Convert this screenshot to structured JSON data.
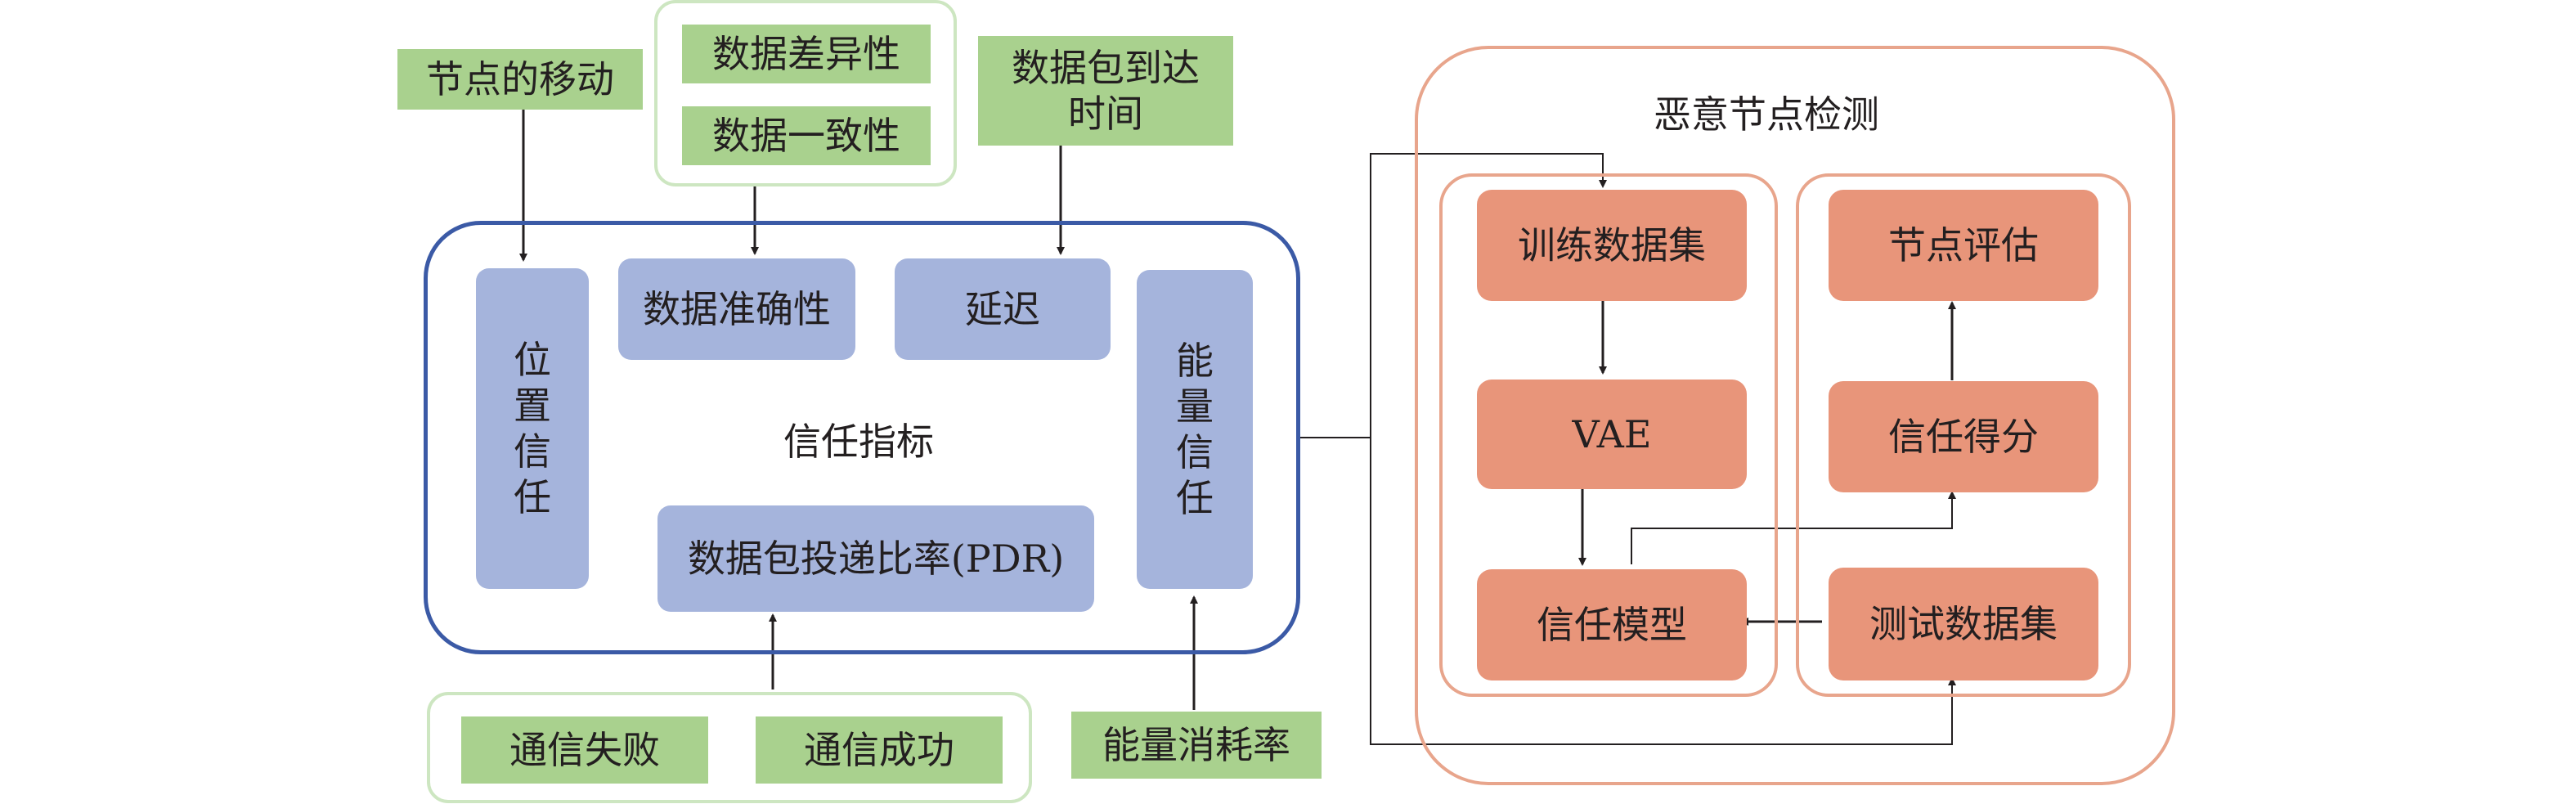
{
  "inputs": {
    "node_movement": "节点的移动",
    "data_difference": "数据差异性",
    "data_consistency": "数据一致性",
    "packet_arrival_time": "数据包到达时间",
    "comm_failure": "通信失败",
    "comm_success": "通信成功",
    "energy_consumption_rate": "能量消耗率"
  },
  "trust_metrics": {
    "title": "信任指标",
    "position_trust": "位置信任",
    "data_accuracy": "数据准确性",
    "delay": "延迟",
    "energy_trust": "能量信任",
    "pdr": "数据包投递比率(PDR)"
  },
  "malicious_detection": {
    "title": "恶意节点检测",
    "training_set": "训练数据集",
    "vae": "VAE",
    "trust_model": "信任模型",
    "node_evaluation": "节点评估",
    "trust_score": "信任得分",
    "test_set": "测试数据集"
  },
  "colors": {
    "green_fill": "#a9d18e",
    "blue_fill": "#a5b4dc",
    "orange_fill": "#e8957a",
    "blue_border": "#3b5aa6",
    "orange_border": "#e8a58c",
    "green_border": "#cde6c1"
  }
}
